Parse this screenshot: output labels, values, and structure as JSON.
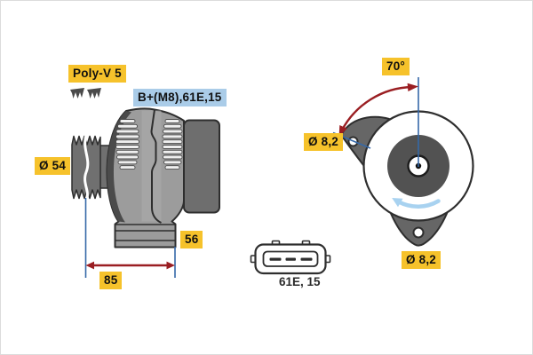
{
  "side_view": {
    "belt_type": "Poly-V 5",
    "terminals": "B+(M8),61E,15",
    "pulley_diameter": "Ø 54",
    "mount_width": "85",
    "mount_depth": "56"
  },
  "rear_view": {
    "swing_angle": "70°",
    "hole_left": "Ø 8,2",
    "hole_bottom": "Ø 8,2"
  },
  "connector": {
    "terminals": "61E, 15"
  },
  "colors": {
    "label_yellow": "#F6C22B",
    "label_blue": "#AACCE8",
    "dimension_blue": "#3568A8",
    "arrow_red": "#9A1E22",
    "rotation_arrow_blue": "#A8D2F0",
    "body_gray": "#9C9C9C",
    "housing_dark_gray": "#6E6E6E",
    "outline_dark": "#2E2E2E"
  }
}
